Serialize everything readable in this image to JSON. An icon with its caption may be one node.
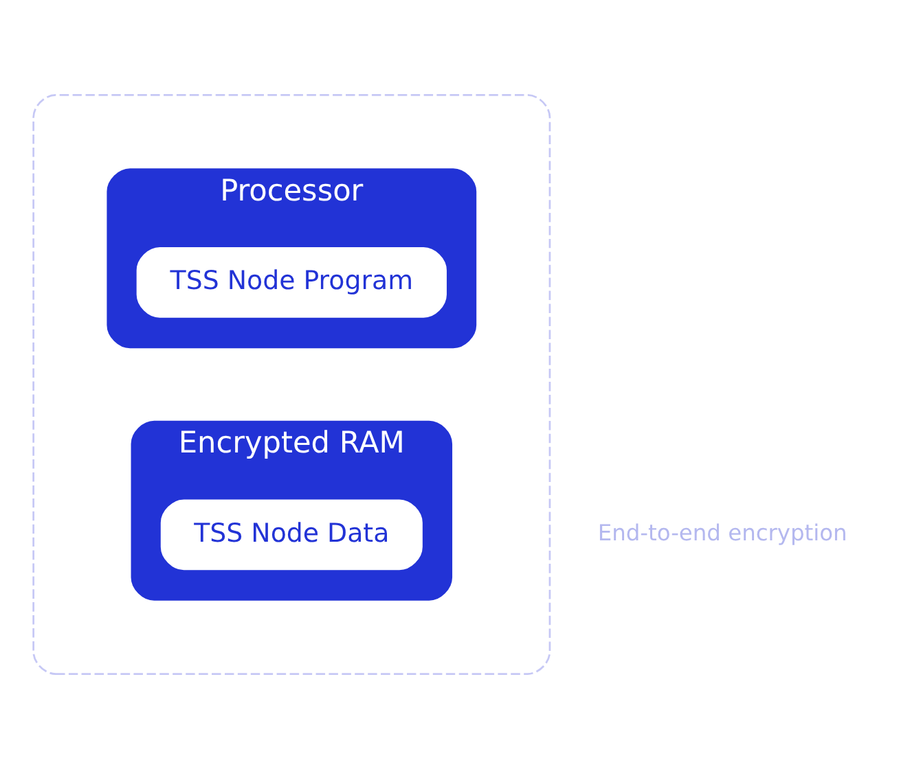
{
  "diagram": {
    "nodes": [
      {
        "text": [],
        "shape": "box"
      },
      {
        "text": [
          "Processor"
        ],
        "in": 0
      },
      {
        "text": [
          "TSS Node Program"
        ],
        "in": 1
      },
      {
        "text": [
          "Encrypted RAM"
        ],
        "in": 0
      },
      {
        "text": [
          "TSS Node Data"
        ],
        "in": 3
      }
    ],
    "edges": [],
    "labels": [
      "End-to-end encryption"
    ]
  }
}
